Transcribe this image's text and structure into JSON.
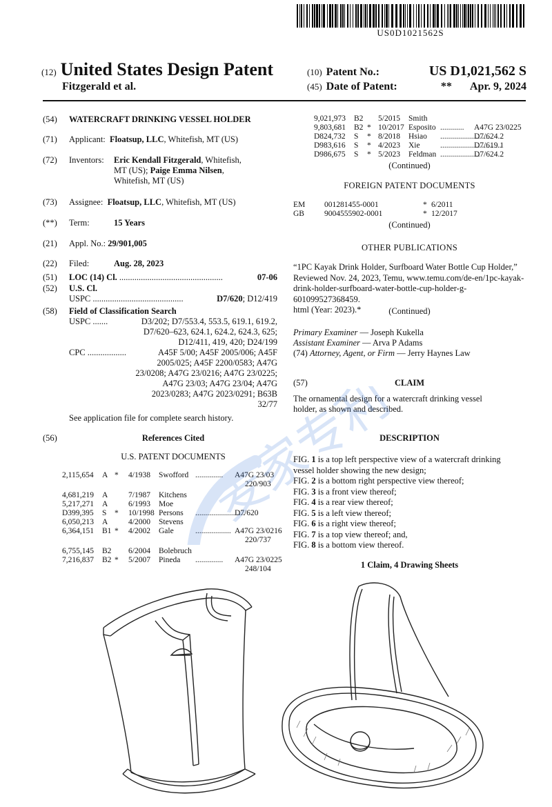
{
  "barcode_text": "US0D1021562S",
  "header": {
    "label12": "(12)",
    "title": "United States Design Patent",
    "inventors_short": "Fitzgerald et al.",
    "label10": "(10)",
    "patent_no_label": "Patent No.:",
    "patent_no": "US D1,021,562 S",
    "label45": "(45)",
    "date_label": "Date of Patent:",
    "date_mark": "**",
    "date": "Apr. 9, 2024"
  },
  "fields": {
    "f54": {
      "code": "(54)",
      "text": "WATERCRAFT DRINKING VESSEL HOLDER"
    },
    "f71": {
      "code": "(71)",
      "label": "Applicant:",
      "name": "Floatsup, LLC",
      "rest": ", Whitefish, MT (US)"
    },
    "f72": {
      "code": "(72)",
      "label": "Inventors:",
      "name1": "Eric Kendall Fitzgerald",
      "rest1": ", Whitefish,",
      "line2": "MT (US); ",
      "name2": "Paige Emma Nilsen",
      "rest2": ",",
      "line3": "Whitefish, MT (US)"
    },
    "f73": {
      "code": "(73)",
      "label": "Assignee:",
      "name": "Floatsup, LLC",
      "rest": ", Whitefish, MT (US)"
    },
    "fterm": {
      "code": "(**)",
      "label": "Term:",
      "value": "15 Years"
    },
    "f21": {
      "code": "(21)",
      "label": "Appl. No.:",
      "value": "29/901,005"
    },
    "f22": {
      "code": "(22)",
      "label": "Filed:",
      "value": "Aug. 28, 2023"
    },
    "f51": {
      "code": "(51)",
      "label": "LOC (14) Cl.",
      "dots": "................................................",
      "value": "07-06"
    },
    "f52": {
      "code": "(52)",
      "label": "U.S. Cl.",
      "uspc_label": "USPC",
      "dots": "..........................................",
      "uspc_bold": "D7/620",
      "uspc_rest": "; D12/419"
    },
    "f58": {
      "code": "(58)",
      "label": "Field of Classification Search",
      "uspc_label": "USPC",
      "uspc_dots": ".......",
      "uspc_lines": [
        "D3/202; D7/553.4, 553.5, 619.1, 619.2,",
        "D7/620–623, 624.1, 624.2, 624.3, 625;",
        "D12/411, 419, 420; D24/199"
      ],
      "cpc_label": "CPC",
      "cpc_dots": "..................",
      "cpc_lines": [
        "A45F 5/00; A45F 2005/006; A45F",
        "2005/025; A45F 2200/0583; A47G",
        "23/0208; A47G 23/0216; A47G 23/0225;",
        "A47G 23/03; A47G 23/04; A47G",
        "2023/0283; A47G 2023/0291; B63B",
        "32/77"
      ],
      "note": "See application file for complete search history."
    },
    "f56": {
      "code": "(56)",
      "label": "References Cited",
      "sub": "U.S. PATENT DOCUMENTS"
    }
  },
  "us_refs": [
    {
      "num": "2,115,654",
      "kind": "A",
      "star": "*",
      "date": "4/1938",
      "name": "Swofford",
      "dots": "..............",
      "cls": "A47G 23/03",
      "cls2": "220/903"
    },
    {
      "num": "4,681,219",
      "kind": "A",
      "star": "",
      "date": "7/1987",
      "name": "Kitchens",
      "dots": "",
      "cls": "",
      "cls2": ""
    },
    {
      "num": "5,217,271",
      "kind": "A",
      "star": "",
      "date": "6/1993",
      "name": "Moe",
      "dots": "",
      "cls": "",
      "cls2": ""
    },
    {
      "num": "D399,395",
      "kind": "S",
      "star": "*",
      "date": "10/1998",
      "name": "Persons",
      "dots": ".........................",
      "cls": "D7/620",
      "cls2": ""
    },
    {
      "num": "6,050,213",
      "kind": "A",
      "star": "",
      "date": "4/2000",
      "name": "Stevens",
      "dots": "",
      "cls": "",
      "cls2": ""
    },
    {
      "num": "6,364,151",
      "kind": "B1",
      "star": "*",
      "date": "4/2002",
      "name": "Gale",
      "dots": "..................",
      "cls": "A47G 23/0216",
      "cls2": "220/737"
    },
    {
      "num": "6,755,145",
      "kind": "B2",
      "star": "",
      "date": "6/2004",
      "name": "Bolebruch",
      "dots": "",
      "cls": "",
      "cls2": ""
    },
    {
      "num": "7,216,837",
      "kind": "B2",
      "star": "*",
      "date": "5/2007",
      "name": "Pineda",
      "dots": "..............",
      "cls": "A47G 23/0225",
      "cls2": "248/104"
    }
  ],
  "right_refs": [
    {
      "num": "9,021,973",
      "kind": "B2",
      "star": "",
      "date": "5/2015",
      "name": "Smith",
      "dots": "",
      "cls": ""
    },
    {
      "num": "9,803,681",
      "kind": "B2",
      "star": "*",
      "date": "10/2017",
      "name": "Esposito",
      "dots": "............",
      "cls": "A47G 23/0225"
    },
    {
      "num": "D824,732",
      "kind": "S",
      "star": "*",
      "date": "8/2018",
      "name": "Hsiao",
      "dots": "..........................",
      "cls": "D7/624.2"
    },
    {
      "num": "D983,616",
      "kind": "S",
      "star": "*",
      "date": "4/2023",
      "name": "Xie",
      "dots": "...............................",
      "cls": "D7/619.1"
    },
    {
      "num": "D986,675",
      "kind": "S",
      "star": "*",
      "date": "5/2023",
      "name": "Feldman",
      "dots": "....................",
      "cls": "D7/624.2"
    }
  ],
  "continued": "(Continued)",
  "foreign": {
    "heading": "FOREIGN PATENT DOCUMENTS",
    "rows": [
      {
        "country": "EM",
        "num": "001281455-0001",
        "star": "*",
        "date": "6/2011"
      },
      {
        "country": "GB",
        "num": "9004555902-0001",
        "star": "*",
        "date": "12/2017"
      }
    ]
  },
  "other_pubs": {
    "heading": "OTHER PUBLICATIONS",
    "lines": [
      "“1PC Kayak Drink Holder, Surfboard Water Bottle Cup Holder,”",
      "Reviewed Nov. 24, 2023, Temu, www.temu.com/de-en/1pc-kayak-",
      "drink-holder-surfboard-water-bottle-cup-holder-g-601099527368459.",
      "html (Year: 2023).*"
    ]
  },
  "examiners": {
    "primary_label": "Primary Examiner",
    "primary": " — Joseph Kukella",
    "assistant_label": "Assistant Examiner",
    "assistant": " — Arva P Adams",
    "attorney_code": "(74)",
    "attorney_label": "Attorney, Agent, or Firm",
    "attorney": " — Jerry Haynes Law"
  },
  "claim": {
    "code": "(57)",
    "heading": "CLAIM",
    "lines": [
      "The ornamental design for a watercraft drinking vessel",
      "holder, as shown and described."
    ]
  },
  "description": {
    "heading": "DESCRIPTION",
    "lines": [
      {
        "pre": "FIG. ",
        "num": "1",
        "text": " is a top left perspective view of a watercraft drinking"
      },
      {
        "pre": "",
        "num": "",
        "text": "vessel holder showing the new design;"
      },
      {
        "pre": "FIG. ",
        "num": "2",
        "text": " is a bottom right perspective view thereof;"
      },
      {
        "pre": "FIG. ",
        "num": "3",
        "text": " is a front view thereof;"
      },
      {
        "pre": "FIG. ",
        "num": "4",
        "text": " is a rear view thereof;"
      },
      {
        "pre": "FIG. ",
        "num": "5",
        "text": " is a left view thereof;"
      },
      {
        "pre": "FIG. ",
        "num": "6",
        "text": " is a right view thereof;"
      },
      {
        "pre": "FIG. ",
        "num": "7",
        "text": " is a top view thereof; and,"
      },
      {
        "pre": "FIG. ",
        "num": "8",
        "text": " is a bottom view thereof."
      }
    ],
    "sheets": "1 Claim, 4 Drawing Sheets"
  },
  "watermark_text": "麦家专利"
}
